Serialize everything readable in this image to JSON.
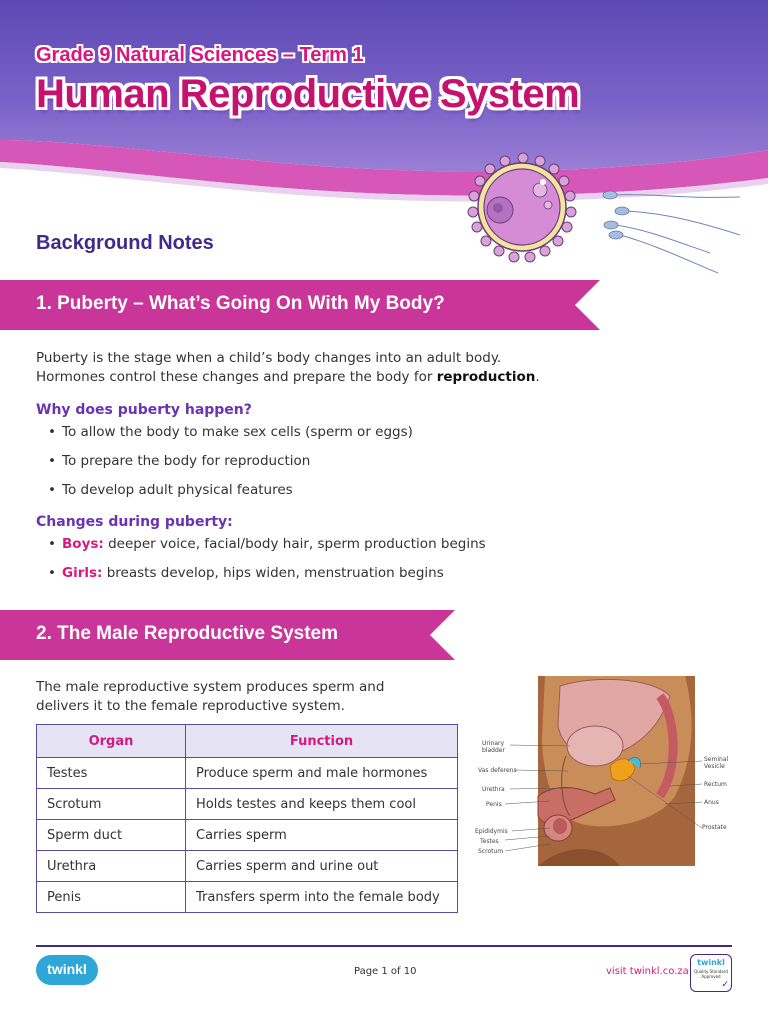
{
  "header": {
    "subtitle": "Grade 9 Natural Sciences – Term 1",
    "title": "Human Reproductive System"
  },
  "background_notes": "Background Notes",
  "section1": {
    "heading": "1. Puberty – What’s Going On With My Body?",
    "intro_line1": "Puberty is the stage when a child’s body changes into an adult body.",
    "intro_line2_start": "Hormones control these changes and prepare the body for ",
    "intro_line2_bold": "reproduction",
    "intro_line2_end": ".",
    "why_heading": "Why does puberty happen?",
    "why_items": [
      "To allow the body to make sex cells (sperm or eggs)",
      "To prepare the body for reproduction",
      "To develop adult physical features"
    ],
    "changes_heading": "Changes during puberty:",
    "boys_label": "Boys:",
    "boys_text": " deeper voice, facial/body hair, sperm production begins",
    "girls_label": "Girls:",
    "girls_text": " breasts develop, hips widen, menstruation begins"
  },
  "section2": {
    "heading": "2. The Male Reproductive System",
    "intro_line1": "The male reproductive system produces sperm and",
    "intro_line2": "delivers it to the female reproductive system.",
    "table": {
      "headers": [
        "Organ",
        "Function"
      ],
      "rows": [
        [
          "Testes",
          "Produce sperm and male hormones"
        ],
        [
          "Scrotum",
          "Holds testes and keeps them cool"
        ],
        [
          "Sperm duct",
          "Carries sperm"
        ],
        [
          "Urethra",
          "Carries sperm and urine out"
        ],
        [
          "Penis",
          "Transfers sperm into the female body"
        ]
      ]
    },
    "diagram_labels": {
      "bladder_l1": "Urinary",
      "bladder_l2": "bladder",
      "vas": "Vas deferens",
      "urethra": "Urethra",
      "penis": "Penis",
      "epididymis": "Epididymis",
      "testes": "Testes",
      "scrotum": "Scrotum",
      "seminal_l1": "Seminal",
      "seminal_l2": "Vesicle",
      "rectum": "Rectum",
      "anus": "Anus",
      "prostate": "Prostate"
    }
  },
  "footer": {
    "logo": "twinkl",
    "page": "Page 1 of 10",
    "visit": "visit twinkl.co.za",
    "badge_line1": "twinkl",
    "badge_line2": "Quality Standard",
    "badge_line3": "Approved"
  },
  "colors": {
    "purple": "#3f2a8c",
    "pink": "#d41a82",
    "banner": "#c93598"
  }
}
